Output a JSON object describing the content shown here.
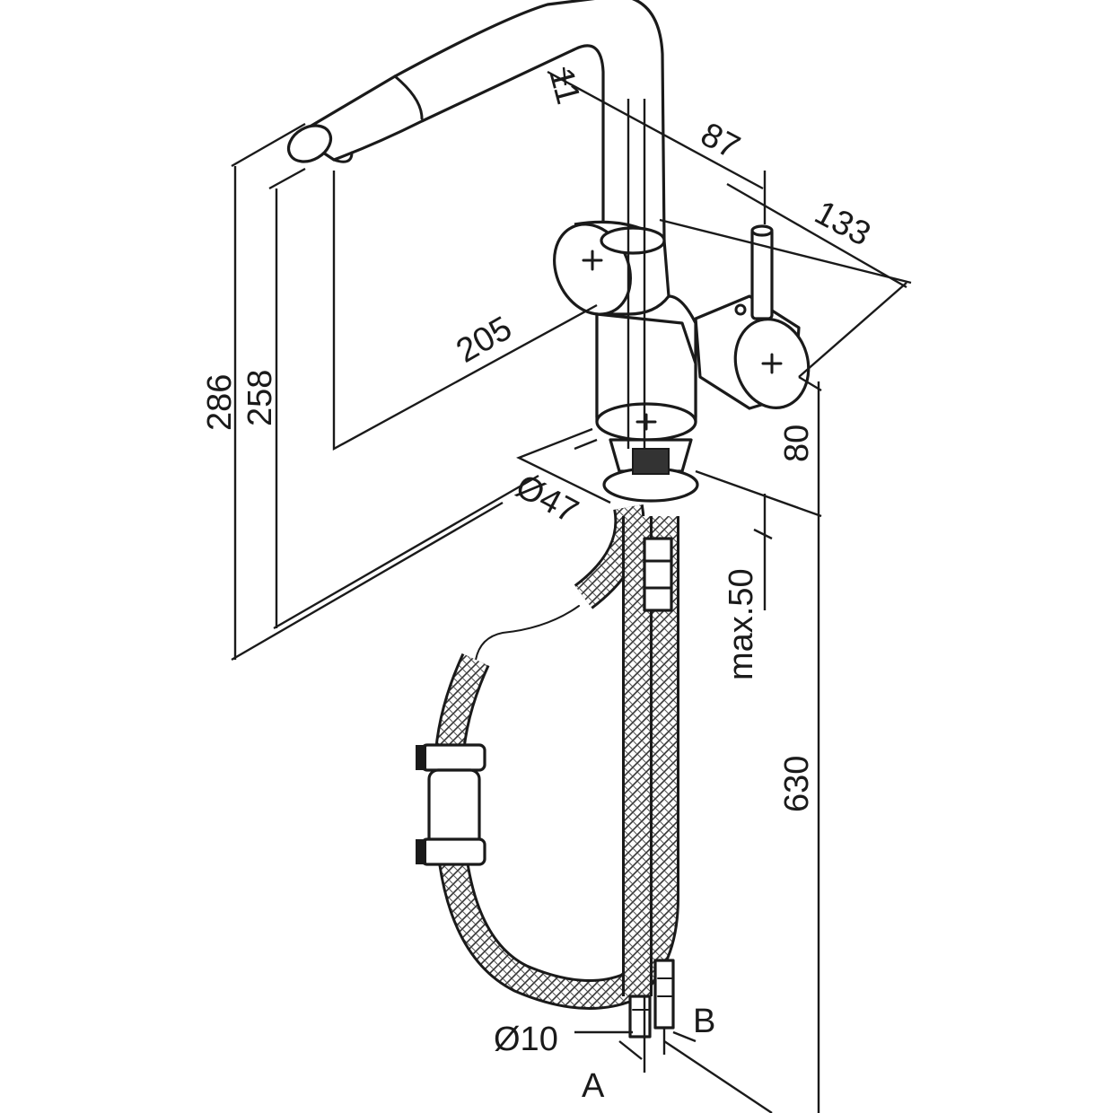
{
  "dimensions": {
    "d11": "11",
    "d87": "87",
    "d133": "133",
    "d205": "205",
    "d286": "286",
    "d258": "258",
    "d80": "80",
    "d47": "Ø47",
    "max50": "max.50",
    "d630": "630",
    "d10": "Ø10"
  },
  "connections": {
    "a": "A",
    "b": "B"
  }
}
